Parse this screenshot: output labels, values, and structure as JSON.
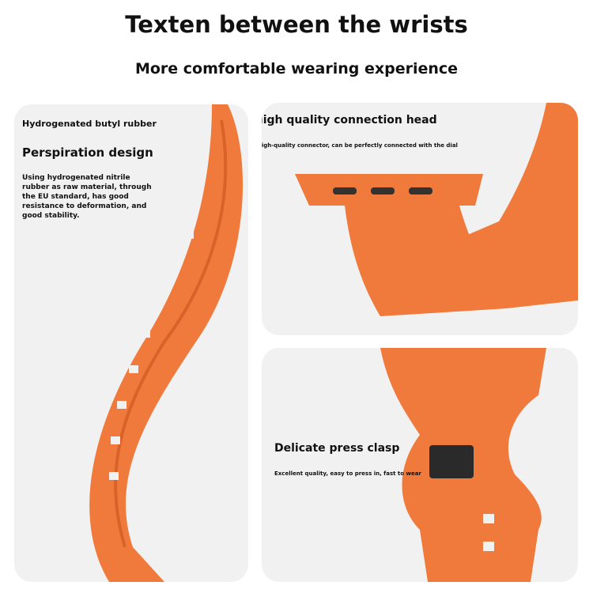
{
  "header": {
    "title": "Texten between the wrists",
    "subtitle": "More comfortable wearing experience"
  },
  "panel_material": {
    "tag": "Hydrogenated butyl rubber",
    "heading": "Perspiration design",
    "body": "Using hydrogenated nitrile rubber as raw material, through the EU standard, has good resistance to deformation, and good stability."
  },
  "panel_connector": {
    "heading": "High quality connection head",
    "body": "High-quality connector, can be perfectly connected with the dial"
  },
  "panel_clasp": {
    "heading": "Delicate press clasp",
    "body": "Excellent quality, easy to press in, fast to wear"
  },
  "colors": {
    "band": "#f07a3c",
    "band_dark": "#d9622a",
    "panel": "#f1f1f1"
  }
}
